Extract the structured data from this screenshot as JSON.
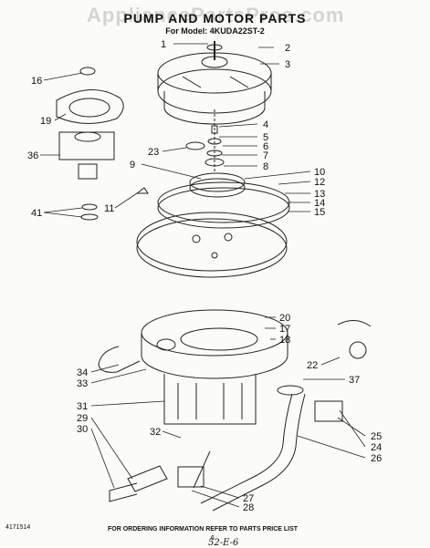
{
  "watermark": "AppliancePartsPros.com",
  "title": "PUMP AND MOTOR PARTS",
  "model": "For Model: 4KUDA22ST-2",
  "callouts": [
    "1",
    "2",
    "3",
    "4",
    "5",
    "6",
    "7",
    "8",
    "9",
    "10",
    "11",
    "12",
    "13",
    "14",
    "15",
    "16",
    "17",
    "18",
    "19",
    "20",
    "22",
    "23",
    "24",
    "25",
    "26",
    "27",
    "28",
    "29",
    "30",
    "31",
    "32",
    "33",
    "34",
    "36",
    "37",
    "41"
  ],
  "footer": {
    "code": "4171514",
    "order_note": "FOR ORDERING INFORMATION REFER TO PARTS PRICE LIST",
    "page_number": "6",
    "handwritten": "52-E-6"
  }
}
